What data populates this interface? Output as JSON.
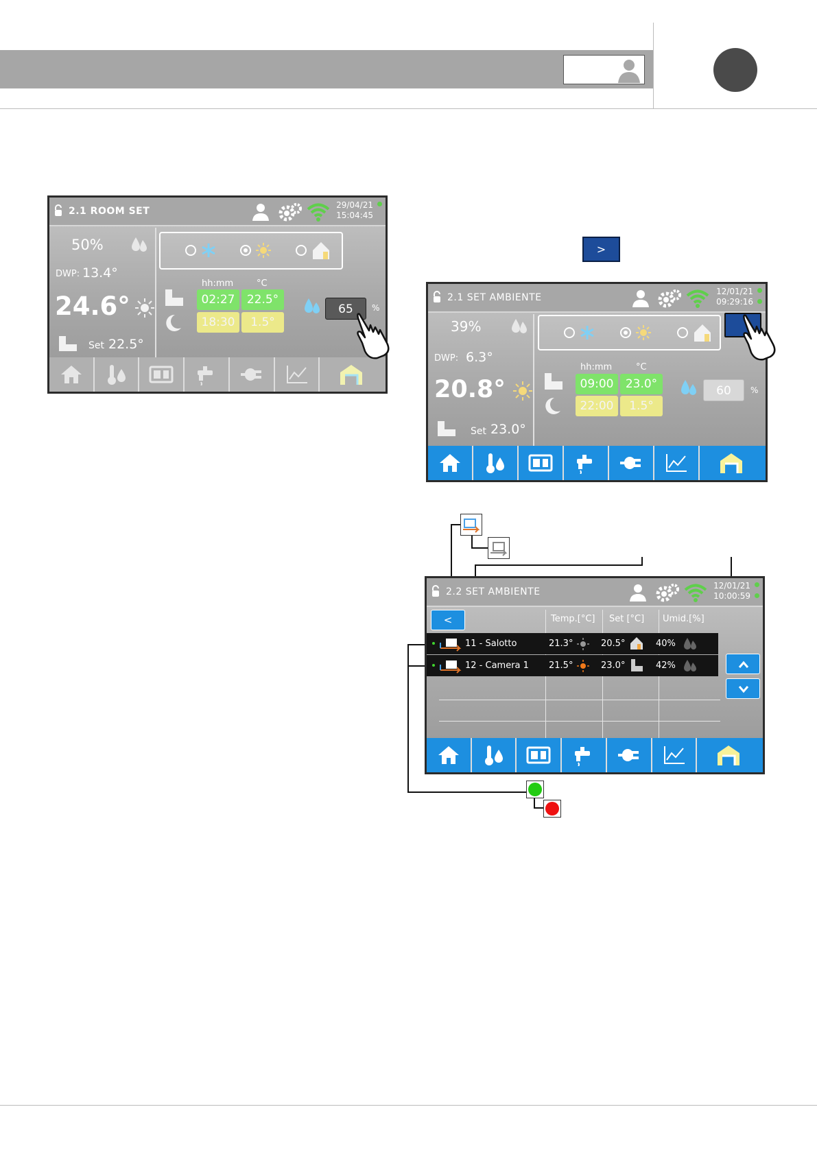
{
  "screen1": {
    "title": "2.1 ROOM SET",
    "date": "29/04/21",
    "time": "15:04:45",
    "humidity": "50%",
    "dwp_label": "DWP:",
    "dwp_value": "13.4°",
    "temperature": "24.6°",
    "set_label": "Set",
    "set_value": "22.5°",
    "col_time": "hh:mm",
    "col_temp": "°C",
    "row1_time": "02:27",
    "row1_temp": "22.5°",
    "row2_time": "18:30",
    "row2_temp": "1.5°",
    "humidity_setpoint": "65",
    "percent": "%"
  },
  "screen2": {
    "title": "2.1 SET AMBIENTE",
    "date": "12/01/21",
    "time": "09:29:16",
    "humidity": "39%",
    "dwp_label": "DWP:",
    "dwp_value": "6.3°",
    "temperature": "20.8°",
    "set_label": "Set",
    "set_value": "23.0°",
    "col_time": "hh:mm",
    "col_temp": "°C",
    "row1_time": "09:00",
    "row1_temp": "23.0°",
    "row2_time": "22:00",
    "row2_temp": "1.5°",
    "humidity_setpoint": "60",
    "percent": "%"
  },
  "next_button": ">",
  "screen3": {
    "title": "2.2 SET AMBIENTE",
    "date": "12/01/21",
    "time": "10:00:59",
    "back_label": "<",
    "headers": [
      "Temp.[°C]",
      "Set [°C]",
      "Umid.[%]"
    ],
    "rows": [
      {
        "name": "11 - Salotto",
        "temp": "21.3°",
        "set": "20.5°",
        "umid": "40%"
      },
      {
        "name": "12 - Camera 1",
        "temp": "21.5°",
        "set": "23.0°",
        "umid": "42%"
      }
    ]
  },
  "colors": {
    "header_band": "#a6a6a6",
    "nav_blue": "#1d8fe0",
    "status_green": "#22cc11",
    "status_red": "#ee1111",
    "cell_green": "#7fe36a",
    "cell_yellow": "#ece98a"
  }
}
